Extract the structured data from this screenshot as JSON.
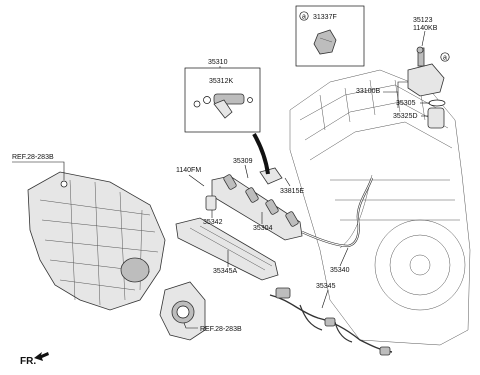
{
  "callouts": {
    "c31337F": "31337F",
    "c35123": "35123",
    "c1140KB": "1140KB",
    "c35310": "35310",
    "c35312K": "35312K",
    "c33100B": "33100B",
    "c35305": "35305",
    "c35325D": "35325D",
    "c1140FM": "1140FM",
    "c35309": "35309",
    "c33815E": "33815E",
    "c35342": "35342",
    "c35304": "35304",
    "c35345A": "35345A",
    "c35340": "35340",
    "c35345": "35345",
    "ref_top": "REF.28-283B",
    "ref_bottom": "REF.28-283B",
    "front": "FR."
  },
  "markers": {
    "a_legend": "a",
    "a_pump": "a"
  },
  "colors": {
    "line": "#111111",
    "part_fill": "#e6e6e6",
    "part_dark": "#bdbdbd",
    "background": "#ffffff"
  },
  "icons": {
    "front_arrow": "arrow-icon",
    "bolt": "bolt-icon",
    "injector": "injector-icon"
  }
}
